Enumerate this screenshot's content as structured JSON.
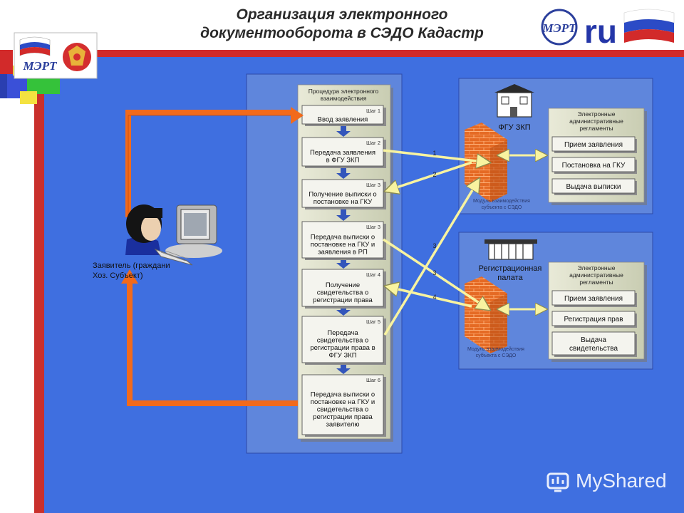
{
  "header": {
    "title_line1": "Организация электронного",
    "title_line2": "документооборота в СЭДО Кадастр",
    "logo_text": "МЭРТ",
    "ru_text": "ru"
  },
  "procedure": {
    "title": "Процедура электронного взаимодействия",
    "steps": [
      {
        "num": "Шаг 1",
        "lines": [
          "Ввод заявления"
        ]
      },
      {
        "num": "Шаг 2",
        "lines": [
          "Передача заявления",
          "в ФГУ ЗКП"
        ]
      },
      {
        "num": "Шаг 3",
        "lines": [
          "Получение выписки о",
          "постановке на ГКУ"
        ]
      },
      {
        "num": "Шаг 3",
        "lines": [
          "Передача выписки о",
          "постановке на ГКУ и",
          "заявления в РП"
        ]
      },
      {
        "num": "Шаг 4",
        "lines": [
          "Получение",
          "свидетельства о",
          "регистрации права"
        ]
      },
      {
        "num": "Шаг 5",
        "lines": [
          "Передача",
          "свидетельства о",
          "регистрации права в",
          "ФГУ ЗКП"
        ]
      },
      {
        "num": "Шаг 6",
        "lines": [
          "Передача выписки о",
          "постановке на ГКУ и",
          "свидетельства о",
          "регистрации права",
          "заявителю"
        ]
      }
    ]
  },
  "applicant": {
    "lines": [
      "Заявитель (граждани",
      "Хоз. Субъект)"
    ]
  },
  "fgu": {
    "label": "ФГУ ЗКП",
    "reglament_title": [
      "Электронные",
      "административные",
      "регламенты"
    ],
    "items": [
      [
        "Прием заявления"
      ],
      [
        "Постановка на ГКУ"
      ],
      [
        "Выдача выписки"
      ]
    ],
    "module_label": [
      "Модуль взаимодействия",
      "субъекта с СЭДО"
    ]
  },
  "rp": {
    "label": [
      "Регистрационная",
      "палата"
    ],
    "reglament_title": [
      "Электронные",
      "административные",
      "регламенты"
    ],
    "items": [
      [
        "Прием заявления"
      ],
      [
        "Регистрация прав"
      ],
      [
        "Выдача",
        "свидетельства"
      ]
    ],
    "module_label": [
      "Модуль взаимодействия",
      "субъекта с СЭДО"
    ]
  },
  "arrow_numbers": [
    "1",
    "2",
    "3",
    "3",
    "4"
  ],
  "watermark": {
    "text": "MyShared"
  },
  "colors": {
    "blue_bg": "#3f6fe0",
    "panel_fill": "#5f86dc",
    "procedure_fill": "#d8dcc5",
    "orange": "#f26a1b",
    "yellow": "#f8f3a0",
    "step_arrow": "#3355bb"
  }
}
